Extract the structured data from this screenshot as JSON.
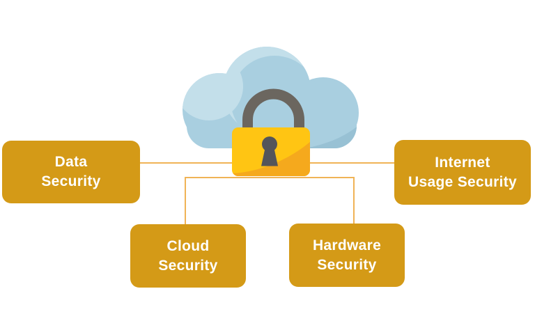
{
  "diagram": {
    "subject": "cloud-security-concept",
    "center_icons": [
      "cloud-icon",
      "padlock-icon"
    ],
    "nodes": {
      "data": {
        "line1": "Data",
        "line2": "Security"
      },
      "internet": {
        "line1": "Internet",
        "line2": "Usage Security"
      },
      "cloud": {
        "line1": "Cloud",
        "line2": "Security"
      },
      "hardware": {
        "line1": "Hardware",
        "line2": "Security"
      }
    },
    "colors": {
      "background": "#FFFFFF",
      "node_fill": "#D49A17",
      "node_text": "#FFFFFF",
      "connector": "#F0B356",
      "cloud_main": "#A9CFE0",
      "cloud_highlight": "#C3DFEA",
      "cloud_shadow": "#98C1D4",
      "lock_body": "#FFC513",
      "lock_shade": "#F5A91D",
      "lock_shackle": "#6B665F",
      "keyhole": "#54555A"
    }
  }
}
